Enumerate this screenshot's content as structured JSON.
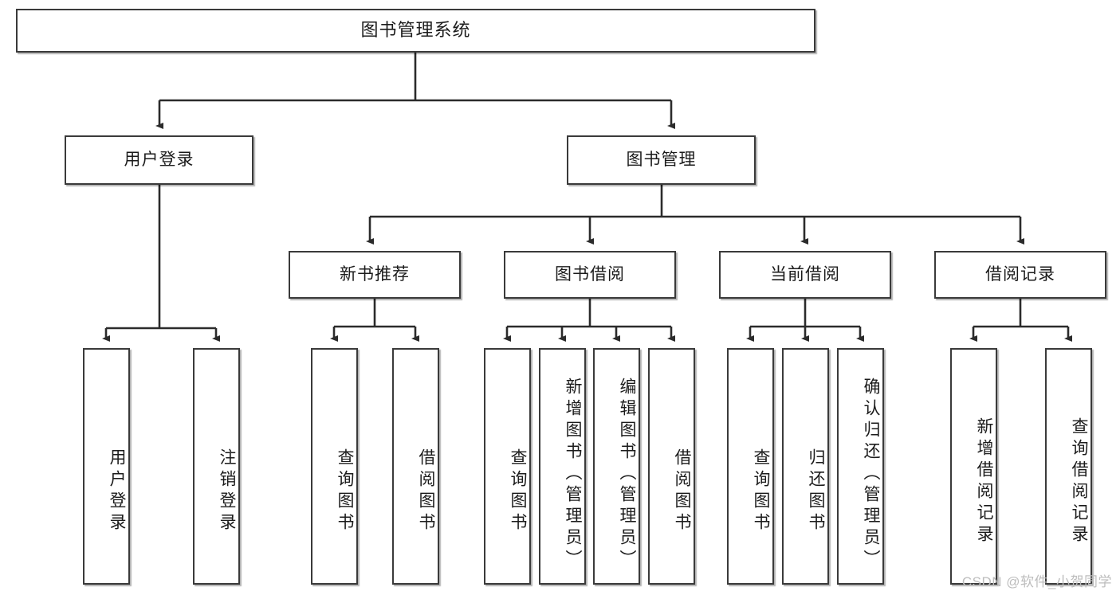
{
  "diagram": {
    "type": "tree-hierarchy",
    "title": "图书管理系统",
    "watermark": "CSDN @软件_小贺同学",
    "colors": {
      "box_border": "#3a3a3a",
      "box_fill": "#ffffff",
      "connector": "#2b2b2b",
      "text": "#1b1b1b",
      "watermark": "#bdbdbd"
    },
    "nodes": {
      "root": {
        "label": "图书管理系统"
      },
      "level2": [
        {
          "label": "用户登录"
        },
        {
          "label": "图书管理"
        }
      ],
      "level3": [
        {
          "label": "新书推荐"
        },
        {
          "label": "图书借阅"
        },
        {
          "label": "当前借阅"
        },
        {
          "label": "借阅记录"
        }
      ],
      "leaves": {
        "user_login": [
          {
            "label": "用户登录"
          },
          {
            "label": "注销登录"
          }
        ],
        "new_book_recommend": [
          {
            "label": "查询图书"
          },
          {
            "label": "借阅图书"
          }
        ],
        "book_borrow": [
          {
            "label": "查询图书"
          },
          {
            "label": "新增图书（管理员）"
          },
          {
            "label": "编辑图书（管理员）"
          },
          {
            "label": "借阅图书"
          }
        ],
        "current_borrow": [
          {
            "label": "查询图书"
          },
          {
            "label": "归还图书"
          },
          {
            "label": "确认归还（管理员）"
          }
        ],
        "borrow_record": [
          {
            "label": "新增借阅记录"
          },
          {
            "label": "查询借阅记录"
          }
        ]
      }
    }
  }
}
